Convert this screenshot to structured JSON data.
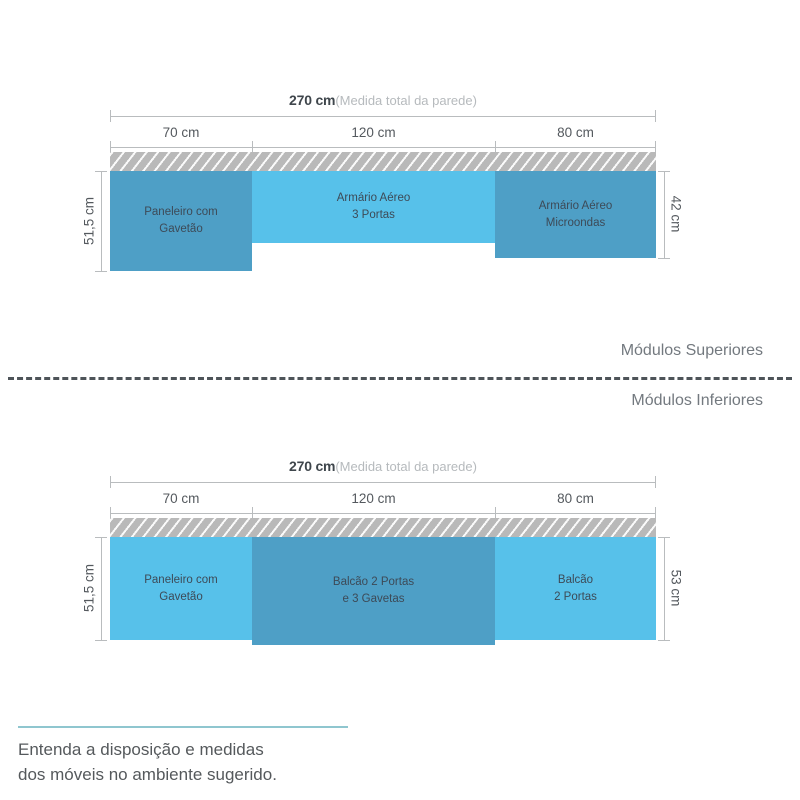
{
  "diagram": {
    "sections": [
      {
        "id": "superiores",
        "caption": "Módulos Superiores",
        "total_label_num": "270 cm",
        "total_label_paren": "(Medida total da parede)",
        "segments": [
          {
            "label": "70 cm"
          },
          {
            "label": "120 cm"
          },
          {
            "label": "80 cm"
          }
        ],
        "height_left": "51,5 cm",
        "height_right": "42 cm",
        "modules": [
          {
            "name": "Paneleiro com\nGavetão",
            "tone": "dark"
          },
          {
            "name": "Armário Aéreo\n3 Portas",
            "tone": "light"
          },
          {
            "name": "Armário Aéreo\nMicroondas",
            "tone": "dark"
          }
        ]
      },
      {
        "id": "inferiores",
        "caption": "Módulos Inferiores",
        "total_label_num": "270 cm",
        "total_label_paren": "(Medida total da parede)",
        "segments": [
          {
            "label": "70 cm"
          },
          {
            "label": "120 cm"
          },
          {
            "label": "80 cm"
          }
        ],
        "height_left": "51,5 cm",
        "height_right": "53 cm",
        "modules": [
          {
            "name": "Paneleiro com\nGavetão",
            "tone": "light"
          },
          {
            "name": "Balcão 2 Portas\ne 3 Gavetas",
            "tone": "dark"
          },
          {
            "name": "Balcão\n2 Portas",
            "tone": "light"
          }
        ]
      }
    ]
  },
  "footer": {
    "text": "Entenda a disposição e medidas\ndos móveis no ambiente sugerido."
  },
  "colors": {
    "light_blue": "#57c1ea",
    "dark_blue": "#4e9fc6",
    "wall_gray": "#b9b9b9",
    "rule_gray": "#b9bcbe",
    "text_gray": "#55595c",
    "teal_accent": "#8fc6cf"
  }
}
